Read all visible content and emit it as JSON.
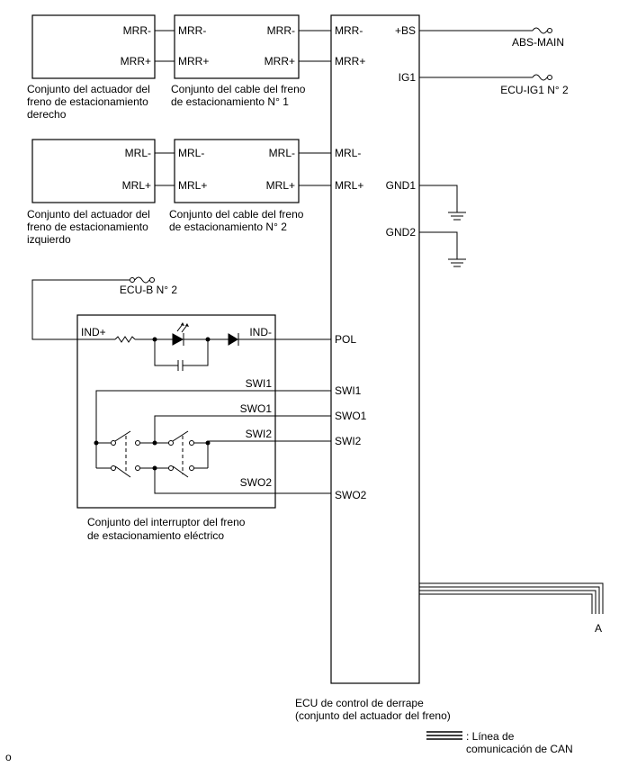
{
  "pins": {
    "mrr_minus": "MRR-",
    "mrr_plus": "MRR+",
    "mrl_minus": "MRL-",
    "mrl_plus": "MRL+",
    "bs": "+BS",
    "ig1": "IG1",
    "gnd1": "GND1",
    "gnd2": "GND2",
    "ind_plus": "IND+",
    "ind_minus": "IND-",
    "pol": "POL",
    "swi1": "SWI1",
    "swo1": "SWO1",
    "swi2": "SWI2",
    "swo2": "SWO2"
  },
  "fuses": {
    "abs_main": "ABS-MAIN",
    "ecu_ig1": "ECU-IG1 N° 2",
    "ecu_b": "ECU-B N° 2"
  },
  "captions": {
    "actuator_right": [
      "Conjunto del actuador del",
      "freno de estacionamiento",
      "derecho"
    ],
    "cable_1": [
      "Conjunto del cable del freno",
      "de estacionamiento N° 1"
    ],
    "actuator_left": [
      "Conjunto del actuador del",
      "freno de estacionamiento",
      "izquierdo"
    ],
    "cable_2": [
      "Conjunto del cable del freno",
      "de estacionamiento N° 2"
    ],
    "switch": [
      "Conjunto del interruptor del freno",
      "de estacionamiento eléctrico"
    ],
    "ecu": [
      "ECU de control de derrape",
      "(conjunto del actuador del freno)"
    ]
  },
  "can": {
    "connector": "A",
    "legend": [
      ": Línea de",
      "comunicación de CAN"
    ]
  },
  "corner_mark": "o"
}
